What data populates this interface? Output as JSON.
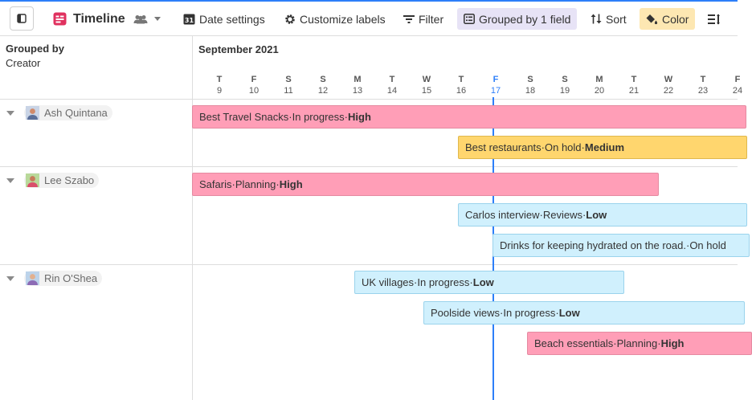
{
  "toolbar": {
    "view_name": "Timeline",
    "date_settings": "Date settings",
    "customize_labels": "Customize labels",
    "filter": "Filter",
    "grouped": "Grouped by 1 field",
    "sort": "Sort",
    "color": "Color",
    "accent_color": "#2d7ff9",
    "grouped_bg": "#e7e3f6",
    "color_bg": "#fde7b2"
  },
  "left_panel": {
    "grouped_by_title": "Grouped by",
    "grouped_by_field": "Creator"
  },
  "timeline": {
    "month": "September 2021",
    "days": [
      {
        "letter": "T",
        "num": "9"
      },
      {
        "letter": "F",
        "num": "10"
      },
      {
        "letter": "S",
        "num": "11"
      },
      {
        "letter": "S",
        "num": "12"
      },
      {
        "letter": "M",
        "num": "13"
      },
      {
        "letter": "T",
        "num": "14"
      },
      {
        "letter": "W",
        "num": "15"
      },
      {
        "letter": "T",
        "num": "16"
      },
      {
        "letter": "F",
        "num": "17",
        "today": true
      },
      {
        "letter": "S",
        "num": "18"
      },
      {
        "letter": "S",
        "num": "19"
      },
      {
        "letter": "M",
        "num": "20"
      },
      {
        "letter": "T",
        "num": "21"
      },
      {
        "letter": "W",
        "num": "22"
      },
      {
        "letter": "T",
        "num": "23"
      },
      {
        "letter": "F",
        "num": "24"
      }
    ]
  },
  "groups": [
    {
      "name": "Ash Quintana",
      "records": [
        {
          "title": "Best Travel Snacks",
          "status": "In progress",
          "priority": "High",
          "color": "pink"
        },
        {
          "title": "Best restaurants",
          "status": "On hold",
          "priority": "Medium",
          "color": "yellow"
        }
      ]
    },
    {
      "name": "Lee Szabo",
      "records": [
        {
          "title": "Safaris",
          "status": "Planning",
          "priority": "High",
          "color": "pink"
        },
        {
          "title": "Carlos interview",
          "status": "Reviews",
          "priority": "Low",
          "color": "blue"
        },
        {
          "title": "Drinks for keeping hydrated on the road.",
          "status": "On hold",
          "priority": "",
          "color": "blue"
        }
      ]
    },
    {
      "name": "Rin O'Shea",
      "records": [
        {
          "title": "UK villages",
          "status": "In progress",
          "priority": "Low",
          "color": "blue"
        },
        {
          "title": "Poolside views",
          "status": "In progress",
          "priority": "Low",
          "color": "blue"
        },
        {
          "title": "Beach essentials",
          "status": "Planning",
          "priority": "High",
          "color": "pink"
        }
      ]
    }
  ],
  "separator": " · "
}
